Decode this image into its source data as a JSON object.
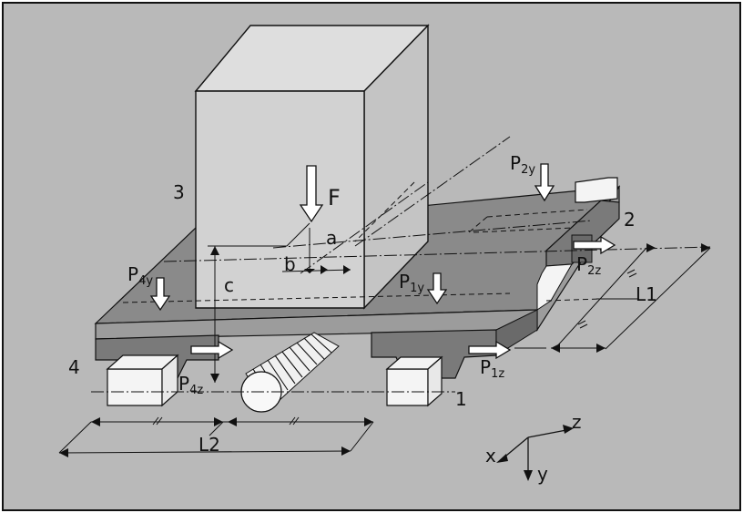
{
  "labels": {
    "component_3": "3",
    "component_2": "2",
    "component_4": "4",
    "component_1": "1",
    "force": "F",
    "dim_a": "a",
    "dim_b": "b",
    "dim_c": "c",
    "dim_L1": "L1",
    "dim_L2": "L2",
    "p1y": "P",
    "p1y_sub": "1y",
    "p2y": "P",
    "p2y_sub": "2y",
    "p4y": "P",
    "p4y_sub": "4y",
    "p1z": "P",
    "p1z_sub": "1z",
    "p2z": "P",
    "p2z_sub": "2z",
    "p4z": "P",
    "p4z_sub": "4z",
    "axis_x": "x",
    "axis_y": "y",
    "axis_z": "z"
  },
  "colors": {
    "background": "#b9b9b9",
    "border": "#111111",
    "block_front": "#d2d2d2",
    "block_side": "#c4c4c4",
    "block_top": "#dedede",
    "plate_top": "#8a8a8a",
    "plate_edge": "#9c9c9c",
    "carriage": "#7a7a7a",
    "rail_block": "#f4f4f4",
    "line": "#111111"
  }
}
